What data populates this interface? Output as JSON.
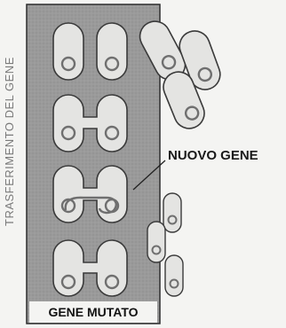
{
  "labels": {
    "side": "TRASFERIMENTO DEL GENE",
    "callout": "NUOVO GENE",
    "bottom": "GENE MUTATO"
  },
  "colors": {
    "background": "#f4f4f2",
    "panel": "#9a9a9a",
    "cell": "#e4e4e2",
    "outline": "#3a3a3a",
    "dna_ring": "#6f6f6f"
  }
}
